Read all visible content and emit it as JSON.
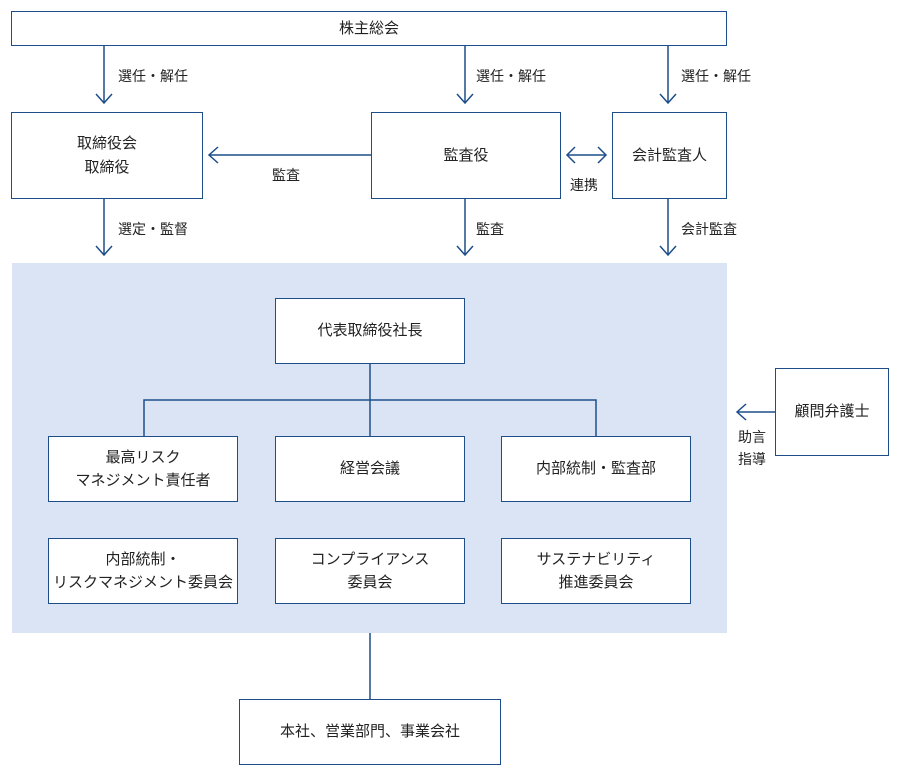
{
  "nodes": {
    "shareholders": "株主総会",
    "board": [
      "取締役会",
      "取締役"
    ],
    "auditors": "監査役",
    "accounting_auditor": "会計監査人",
    "president": "代表取締役社長",
    "cro": [
      "最高リスク",
      "マネジメント責任者"
    ],
    "mgmt_meeting": "経営会議",
    "internal_audit": "内部統制・監査部",
    "ic_committee": [
      "内部統制・",
      "リスクマネジメント委員会"
    ],
    "compliance_committee": [
      "コンプライアンス",
      "委員会"
    ],
    "sustainability_committee": [
      "サステナビリティ",
      "推進委員会"
    ],
    "legal_advisor": "顧問弁護士",
    "operations": "本社、営業部門、事業会社"
  },
  "edge_labels": {
    "elect_dismiss": "選任・解任",
    "audit": "監査",
    "cooperation": "連携",
    "select_supervise": "選定・監督",
    "accounting_audit": "会計監査",
    "advice": [
      "助言",
      "指導"
    ]
  }
}
